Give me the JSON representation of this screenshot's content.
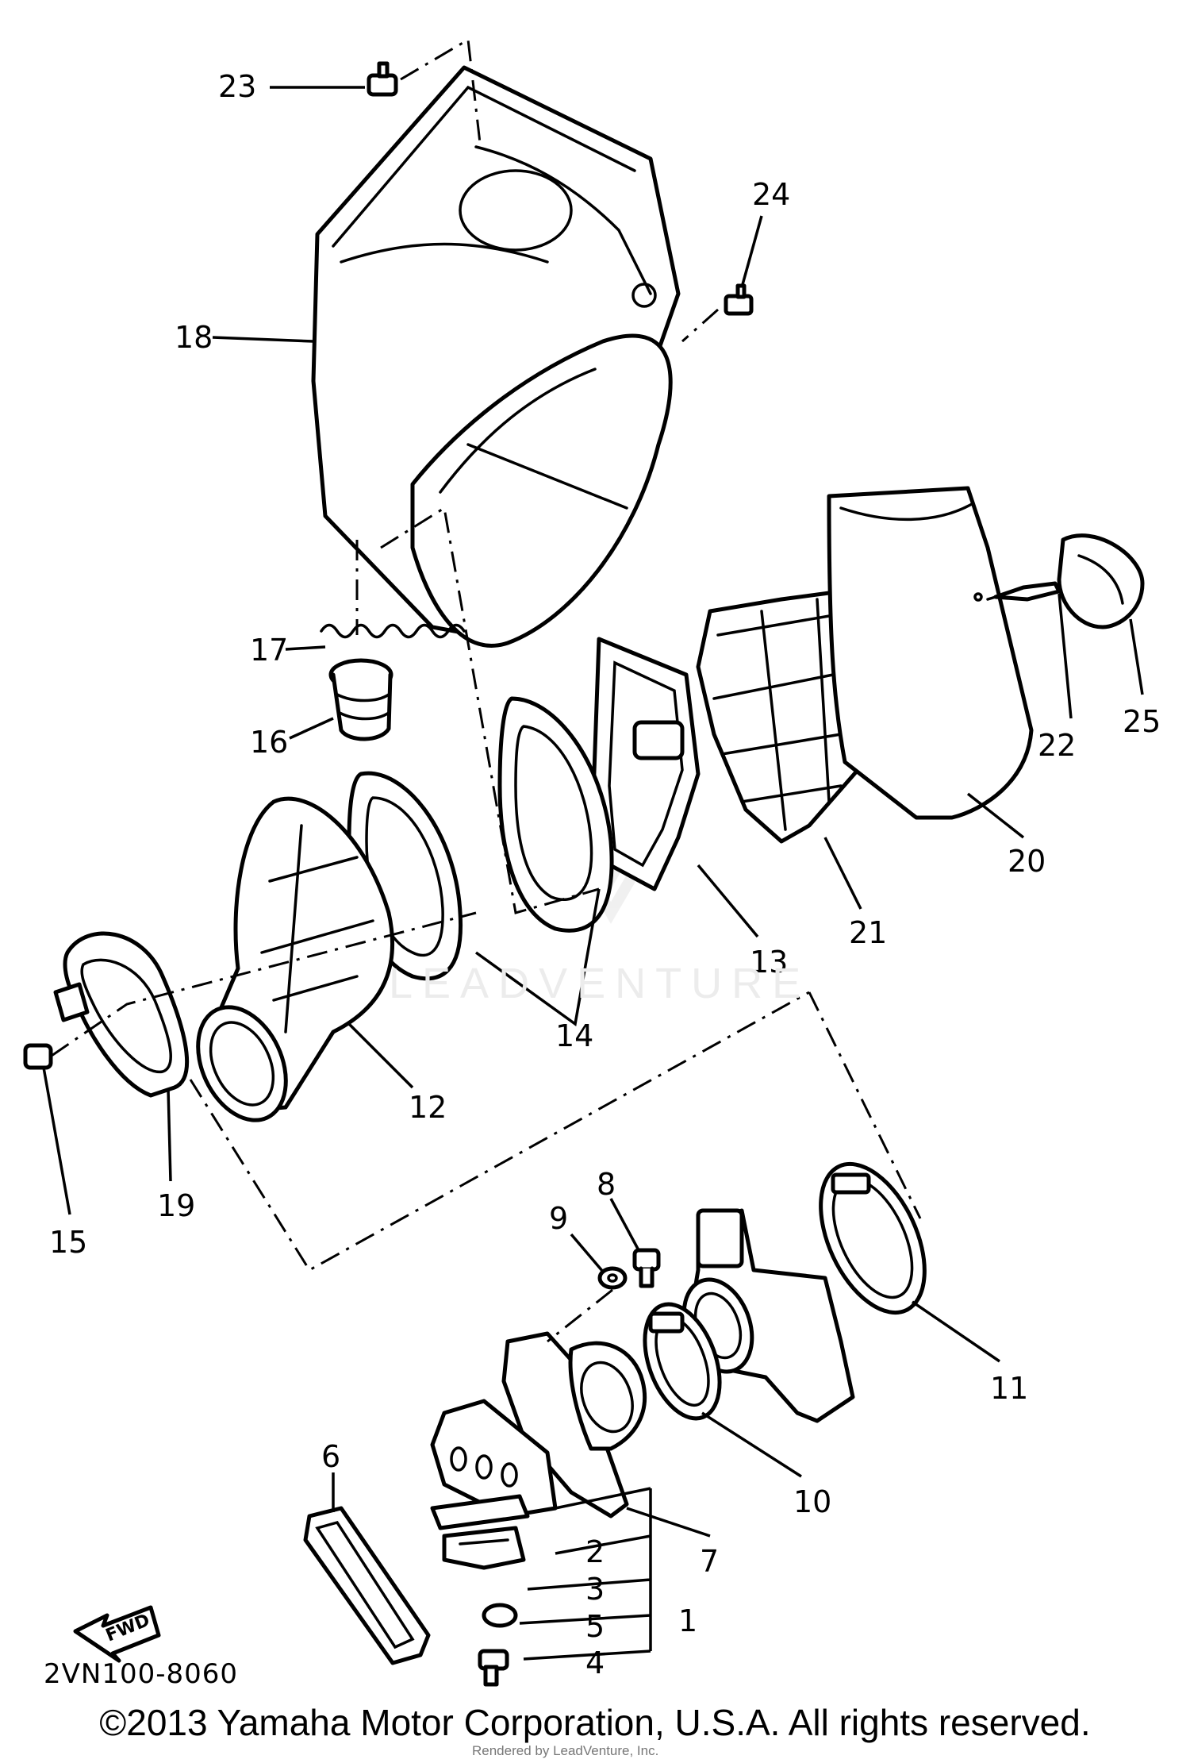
{
  "diagram": {
    "callouts": [
      "1",
      "2",
      "3",
      "4",
      "5",
      "6",
      "7",
      "8",
      "9",
      "10",
      "11",
      "12",
      "13",
      "14",
      "15",
      "16",
      "17",
      "18",
      "19",
      "20",
      "21",
      "22",
      "23",
      "24",
      "25"
    ],
    "diagram_code": "2VN100-8060",
    "fwd_label": "FWD"
  },
  "watermark": {
    "text": "LEADVENTURE"
  },
  "footer": {
    "copyright": "©2013 Yamaha Motor Corporation, U.S.A. All rights reserved.",
    "credit": "Rendered by LeadVenture, Inc."
  }
}
